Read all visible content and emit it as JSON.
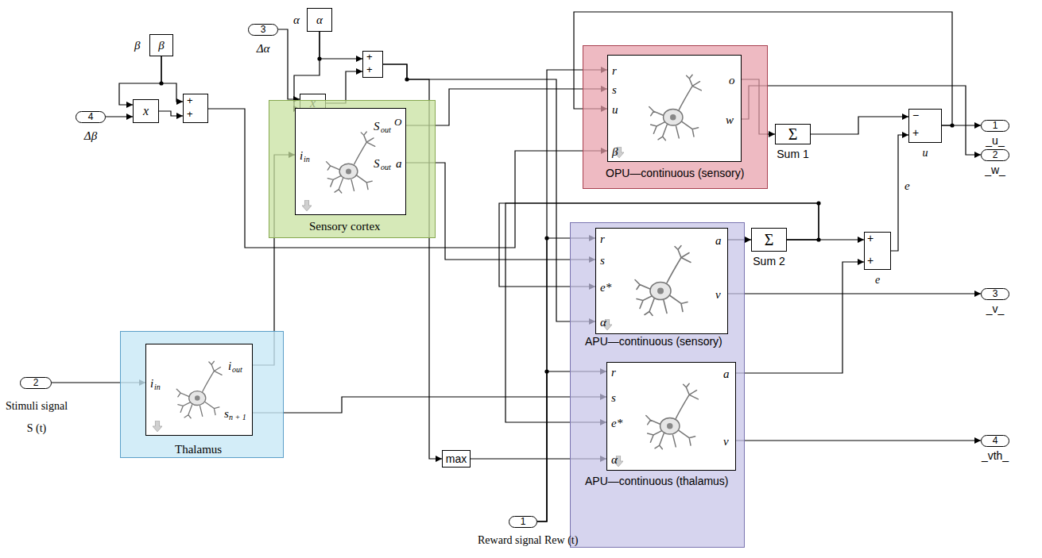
{
  "diagram": {
    "nodes": [
      {
        "text": [
          "β",
          "β"
        ]
      },
      {
        "text": [
          "3",
          "Δα"
        ]
      },
      {
        "text": [
          "α",
          "α"
        ]
      },
      {
        "text": [
          "OPU—continuous (sensory)"
        ]
      },
      {
        "text": [
          "r",
          "s",
          "u",
          "β",
          "o",
          "w"
        ],
        "in": 3
      },
      {
        "text": [
          "4",
          "Δβ"
        ]
      },
      {
        "text": [
          "x"
        ]
      },
      {
        "text": [
          "+",
          "+"
        ]
      },
      {
        "text": [
          "x"
        ]
      },
      {
        "text": [
          "+",
          "+"
        ]
      },
      {
        "text": [
          "Sensory cortex"
        ]
      },
      {
        "text": [
          "i",
          "in",
          "S",
          "out",
          "O",
          "S",
          "out",
          "a"
        ],
        "in": 10
      },
      {
        "text": [
          "Σ",
          "Sum 1"
        ]
      },
      {
        "text": [
          "−",
          "+",
          "u"
        ]
      },
      {
        "text": [
          "1",
          "_u_"
        ]
      },
      {
        "text": [
          "2",
          "_w_"
        ]
      },
      {
        "text": [
          "+",
          "+",
          "e"
        ]
      },
      {
        "text": [
          "APU—continuous (sensory)",
          "APU—continuous (thalamus)"
        ]
      },
      {
        "text": [
          "r",
          "s",
          "e*",
          "α",
          "a",
          "v"
        ],
        "in": 17
      },
      {
        "text": [
          "r",
          "s",
          "e*",
          "α",
          "a",
          "v"
        ],
        "in": 17
      },
      {
        "text": [
          "Σ",
          "Sum 2"
        ]
      },
      {
        "text": [
          "3",
          "_v_"
        ]
      },
      {
        "text": [
          "Thalamus"
        ]
      },
      {
        "text": [
          "i",
          "in",
          "i",
          "out",
          "s",
          "n + 1"
        ],
        "in": 22
      },
      {
        "text": [
          "2",
          "Stimuli signal S (t)"
        ]
      },
      {
        "text": [
          "max"
        ]
      },
      {
        "text": [
          "4",
          "_vth_"
        ]
      },
      {
        "text": [
          "1",
          "Reward signal Rew (t)"
        ]
      }
    ],
    "edges": [
      {
        "from": 5,
        "to": 6,
        "arrow": "to"
      },
      {
        "from": 0,
        "to": 6,
        "arrow": "to"
      },
      {
        "from": 0,
        "to": 7,
        "arrow": "to"
      },
      {
        "from": 6,
        "to": 7,
        "arrow": "to"
      },
      {
        "from": 7,
        "to": 4,
        "arrow": "to"
      },
      {
        "from": 1,
        "to": 8,
        "arrow": "to"
      },
      {
        "from": 2,
        "to": 9,
        "arrow": "to"
      },
      {
        "from": 2,
        "to": 8,
        "arrow": "to"
      },
      {
        "from": 8,
        "to": 9,
        "arrow": "to"
      },
      {
        "from": 9,
        "to": 18,
        "arrow": "to"
      },
      {
        "from": 9,
        "to": 25,
        "arrow": "to"
      },
      {
        "from": 11,
        "to": 4,
        "arrow": "to"
      },
      {
        "from": 11,
        "to": 18,
        "arrow": "to"
      },
      {
        "from": 23,
        "to": 11,
        "arrow": "to"
      },
      {
        "from": 23,
        "to": 19,
        "arrow": "to"
      },
      {
        "from": 24,
        "to": 23,
        "arrow": "to"
      },
      {
        "from": 27,
        "to": 4,
        "arrow": "to"
      },
      {
        "from": 27,
        "to": 18,
        "arrow": "to"
      },
      {
        "from": 27,
        "to": 19,
        "arrow": "to"
      },
      {
        "from": 25,
        "to": 19,
        "arrow": "to"
      },
      {
        "from": 4,
        "to": 12,
        "arrow": "to"
      },
      {
        "from": 4,
        "to": 15,
        "arrow": "to"
      },
      {
        "from": 12,
        "to": 13,
        "arrow": "to"
      },
      {
        "from": 16,
        "to": 13,
        "label": "e",
        "arrow": "to"
      },
      {
        "from": 13,
        "to": 4,
        "arrow": "to"
      },
      {
        "from": 13,
        "to": 14,
        "arrow": "to"
      },
      {
        "from": 18,
        "to": 20,
        "arrow": "to"
      },
      {
        "from": 18,
        "to": 21,
        "arrow": "to"
      },
      {
        "from": 19,
        "to": 16,
        "arrow": "to"
      },
      {
        "from": 19,
        "to": 26,
        "arrow": "to"
      },
      {
        "from": 20,
        "to": 16,
        "arrow": "to"
      },
      {
        "from": 20,
        "to": 18,
        "arrow": "to"
      },
      {
        "from": 20,
        "to": 19,
        "arrow": "to"
      }
    ]
  }
}
